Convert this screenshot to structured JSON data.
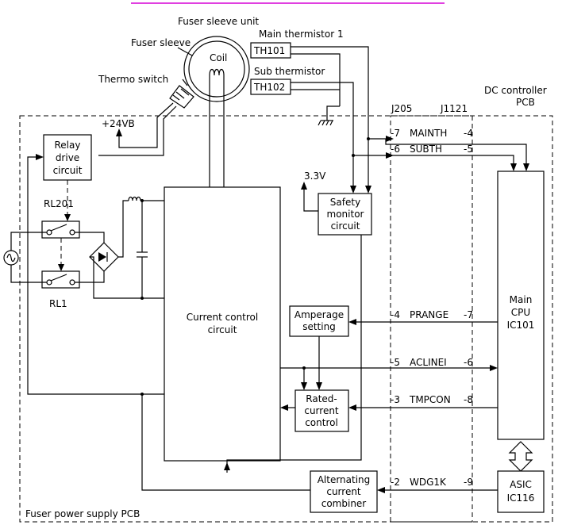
{
  "colors": {
    "accent": "#e040e0",
    "line": "#000000"
  },
  "labels": {
    "fuser_sleeve_unit": "Fuser sleeve unit",
    "fuser_sleeve": "Fuser sleeve",
    "coil": "Coil",
    "main_thermistor": "Main thermistor 1",
    "th101": "TH101",
    "sub_thermistor": "Sub thermistor",
    "th102": "TH102",
    "thermo_switch": "Thermo switch",
    "dc_controller_1": "DC controller",
    "dc_controller_2": "PCB",
    "j205": "J205",
    "j1121": "J1121",
    "v24": "+24VB",
    "v33": "3.3V",
    "rl201": "RL201",
    "rl1": "RL1",
    "fuser_power_pcb": "Fuser power supply PCB"
  },
  "blocks": {
    "relay": [
      "Relay",
      "drive",
      "circuit"
    ],
    "safety": [
      "Safety",
      "monitor",
      "circuit"
    ],
    "current_control": [
      "Current control",
      "circuit"
    ],
    "amperage": [
      "Amperage",
      "setting"
    ],
    "rated": [
      "Rated-",
      "current",
      "control"
    ],
    "alternating": [
      "Alternating",
      "current",
      "combiner"
    ],
    "main_cpu": [
      "Main",
      "CPU",
      "IC101"
    ],
    "asic": [
      "ASIC",
      "IC116"
    ]
  },
  "signals": [
    {
      "left_pin": "-7",
      "name": "MAINTH",
      "right_pin": "-4"
    },
    {
      "left_pin": "-6",
      "name": "SUBTH",
      "right_pin": "-5"
    },
    {
      "left_pin": "-4",
      "name": "PRANGE",
      "right_pin": "-7"
    },
    {
      "left_pin": "-5",
      "name": "ACLINEI",
      "right_pin": "-6"
    },
    {
      "left_pin": "-3",
      "name": "TMPCON",
      "right_pin": "-8"
    },
    {
      "left_pin": "-2",
      "name": "WDG1K",
      "right_pin": "-9"
    }
  ]
}
